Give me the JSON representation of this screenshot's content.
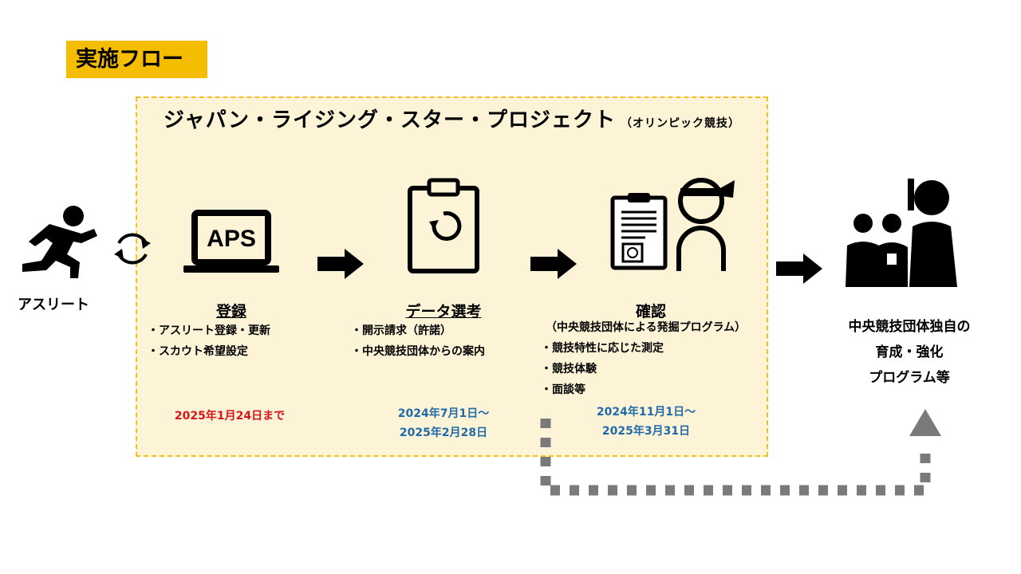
{
  "header": {
    "badge": "実施フロー"
  },
  "project": {
    "title": "ジャパン・ライジング・スター・プロジェクト",
    "subtitle": "（オリンピック競技）"
  },
  "athlete": {
    "label": "アスリート"
  },
  "steps": [
    {
      "title": "登録",
      "icon_text": "APS",
      "bullets": [
        "・アスリート登録・更新",
        "・スカウト希望設定"
      ],
      "date_lines": [
        "2025年1月24日まで"
      ]
    },
    {
      "title": "データ選考",
      "bullets": [
        "・開示請求（許諾）",
        "・中央競技団体からの案内"
      ],
      "date_lines": [
        "2024年7月1日～",
        "2025年2月28日"
      ]
    },
    {
      "title": "確認",
      "note": "（中央競技団体による発掘プログラム）",
      "bullets": [
        "・競技特性に応じた測定",
        "・競技体験",
        "・面談等"
      ],
      "date_lines": [
        "2024年11月1日～",
        "2025年3月31日"
      ]
    }
  ],
  "final": {
    "lines": [
      "中央競技団体独自の",
      "育成・強化",
      "プログラム等"
    ]
  },
  "colors": {
    "badge": "#f5bd00",
    "frame_bg": "#fdf4d8",
    "frame_border": "#f0c020",
    "red_date": "#d8141c",
    "blue_date": "#1f6aa8",
    "dashed_arrow": "#7a7a7a"
  },
  "icons": [
    "runner-icon",
    "cycle-arrows-icon",
    "laptop-icon",
    "clipboard-refresh-icon",
    "document-icon",
    "headband-person-icon",
    "group-people-icon",
    "right-arrow-icon"
  ]
}
